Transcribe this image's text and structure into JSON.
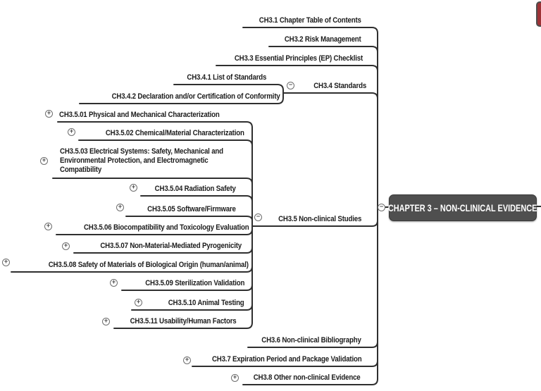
{
  "map": {
    "central": {
      "label": "CHAPTER 3 – NON-CLINICAL EVIDENCE",
      "toggle_glyph": "−"
    },
    "branches": [
      {
        "label": "CH3.1 Chapter Table of Contents"
      },
      {
        "label": "CH3.2 Risk Management"
      },
      {
        "label": "CH3.3 Essential Principles (EP) Checklist"
      },
      {
        "label": "CH3.4 Standards",
        "toggle_glyph": "−",
        "children": [
          {
            "label": "CH3.4.1 List of Standards"
          },
          {
            "label": "CH3.4.2 Declaration and/or Certification of Conformity"
          }
        ]
      },
      {
        "label": "CH3.5 Non-clinical Studies",
        "toggle_glyph": "−",
        "children": [
          {
            "label": "CH3.5.01 Physical and Mechanical Characterization",
            "toggle_glyph": "+"
          },
          {
            "label": "CH3.5.02 Chemical/Material Characterization",
            "toggle_glyph": "+"
          },
          {
            "label": "CH3.5.03 Electrical Systems: Safety, Mechanical and Environmental Protection, and Electromagnetic Compatibility",
            "toggle_glyph": "+"
          },
          {
            "label": "CH3.5.04 Radiation Safety",
            "toggle_glyph": "+"
          },
          {
            "label": "CH3.5.05 Software/Firmware",
            "toggle_glyph": "+"
          },
          {
            "label": "CH3.5.06 Biocompatibility and Toxicology Evaluation",
            "toggle_glyph": "+"
          },
          {
            "label": "CH3.5.07 Non-Material-Mediated Pyrogenicity",
            "toggle_glyph": "+"
          },
          {
            "label": "CH3.5.08 Safety of Materials of Biological Origin (human/animal)",
            "toggle_glyph": "+"
          },
          {
            "label": "CH3.5.09 Sterilization Validation",
            "toggle_glyph": "+"
          },
          {
            "label": "CH3.5.10 Animal Testing",
            "toggle_glyph": "+"
          },
          {
            "label": "CH3.5.11 Usability/Human Factors",
            "toggle_glyph": "+"
          }
        ]
      },
      {
        "label": "CH3.6 Non-clinical Bibliography"
      },
      {
        "label": "CH3.7 Expiration Period and Package Validation",
        "toggle_glyph": "+"
      },
      {
        "label": "CH3.8 Other non-clinical Evidence",
        "toggle_glyph": "+"
      }
    ],
    "colors": {
      "line": "#2f2f2f",
      "central_bg": "#4f4f4f",
      "text": "#1c1c1c",
      "accent_red": "#9e3236"
    }
  }
}
